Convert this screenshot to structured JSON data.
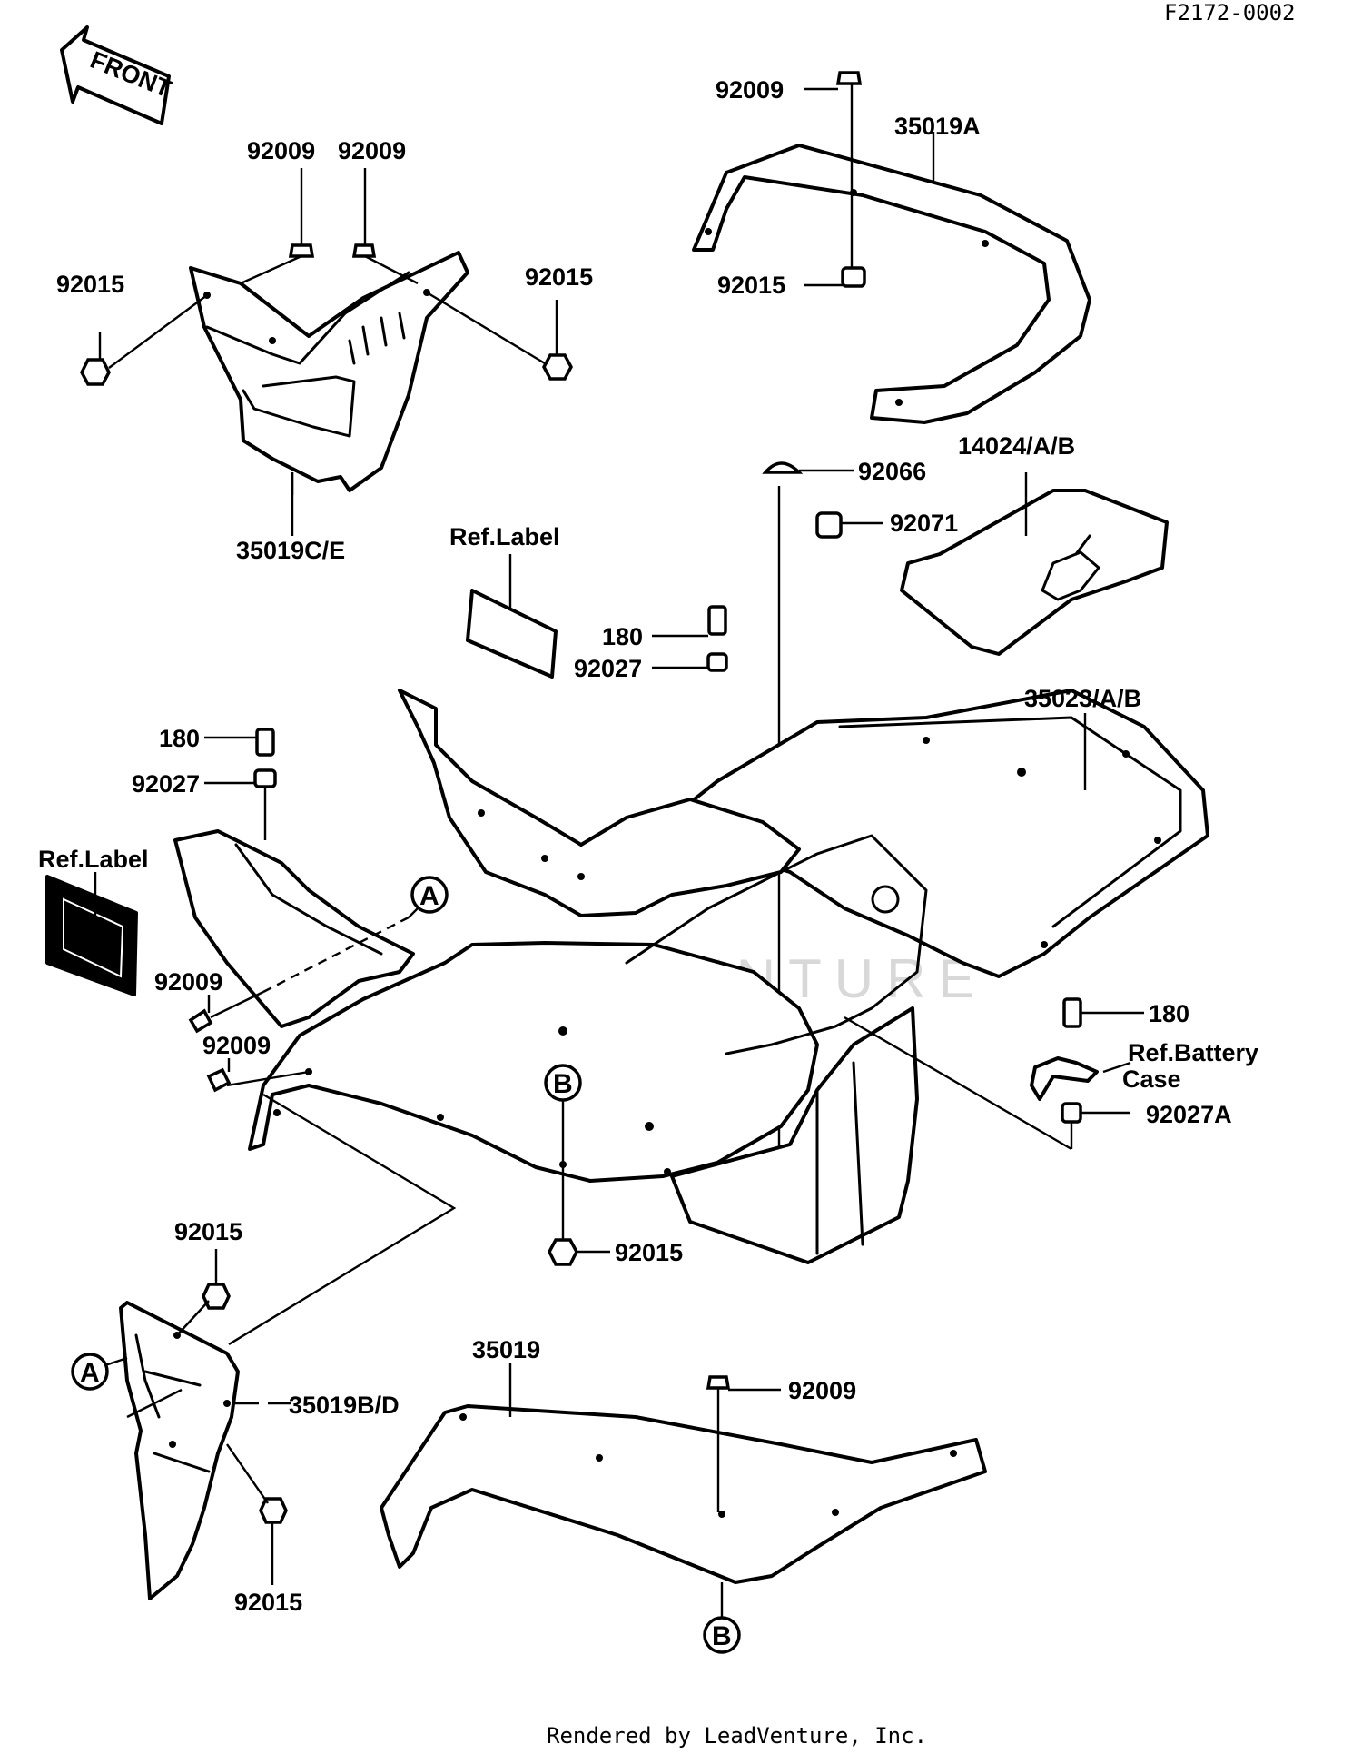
{
  "diagram_code": "F2172-0002",
  "direction_arrow": "FRONT",
  "callouts": {
    "c_92009_top": "92009",
    "c_35019A": "35019A",
    "c_92015_top": "92015",
    "c_92009_left_a": "92009",
    "c_92009_left_b": "92009",
    "c_92015_left_a": "92015",
    "c_92015_left_b": "92015",
    "c_35019CE": "35019C/E",
    "c_92066": "92066",
    "c_14024": "14024/A/B",
    "c_92071": "92071",
    "c_180_mid": "180",
    "c_92027_mid": "92027",
    "c_35023": "35023/A/B",
    "c_180_left": "180",
    "c_92027_left": "92027",
    "c_92009_side_a": "92009",
    "c_92009_side_b": "92009",
    "c_180_right": "180",
    "c_92027A": "92027A",
    "c_92015_bottom_center": "92015",
    "c_92015_lower_left_a": "92015",
    "c_35019BD": "35019B/D",
    "c_92015_lower_left_b": "92015",
    "c_35019": "35019",
    "c_92009_bottom": "92009"
  },
  "reference_labels": {
    "ref_label_top": "Ref.Label",
    "ref_label_left": "Ref.Label",
    "ref_battery_line1": "Ref.Battery",
    "ref_battery_line2": "Case"
  },
  "markers": {
    "marker_a_upper": "A",
    "marker_a_lower": "A",
    "marker_b_upper": "B",
    "marker_b_lower": "B"
  },
  "watermark": "LEADVENTURE",
  "footer": "Rendered by LeadVenture, Inc."
}
